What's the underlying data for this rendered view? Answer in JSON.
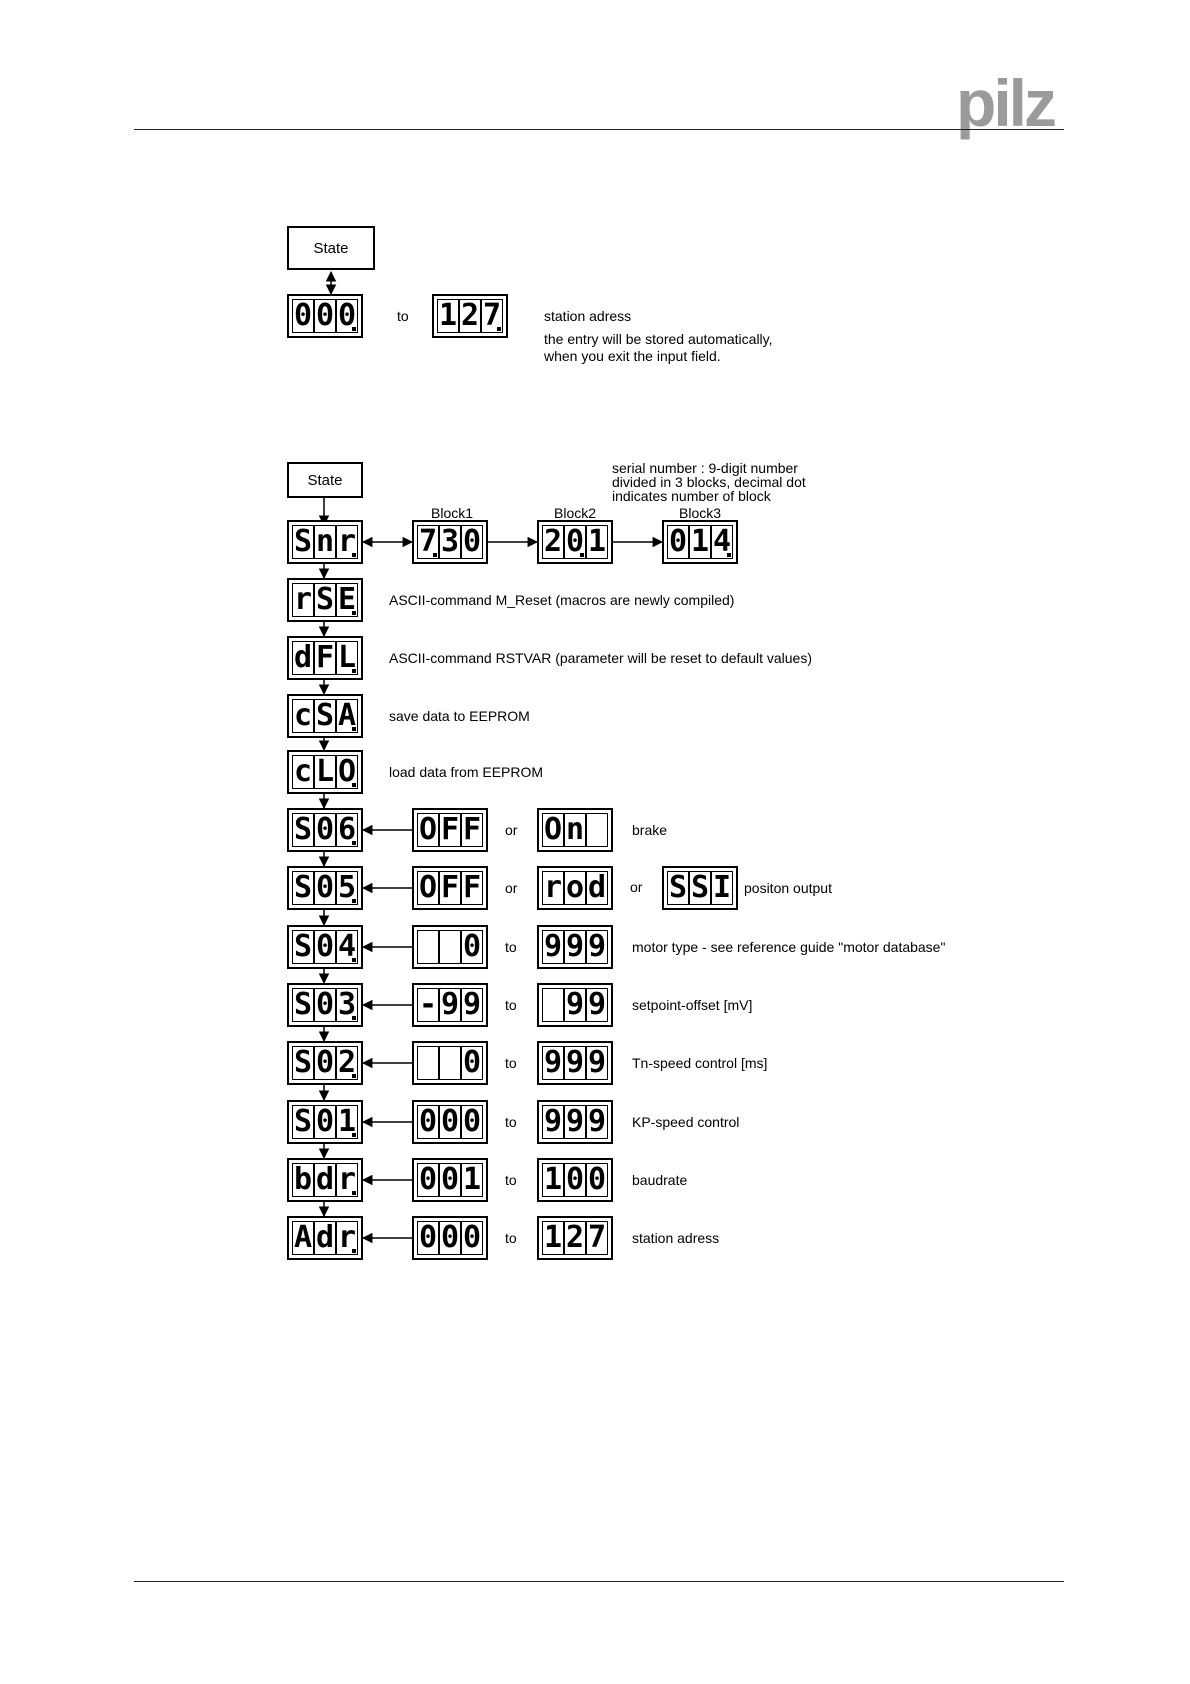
{
  "header": {
    "logo_text": "pilz"
  },
  "top": {
    "state_label": "State",
    "from": [
      "0",
      "0",
      "0"
    ],
    "to_word": "to",
    "to": [
      "1",
      "2",
      "7"
    ],
    "description": "station adress",
    "note_line1": "the entry will be stored automatically,",
    "note_line2": "when you exit the input field."
  },
  "main": {
    "state_label": "State",
    "serial_note": [
      "serial number : 9-digit number",
      "divided in 3 blocks, decimal dot",
      "indicates number of block"
    ],
    "snr": {
      "menu": [
        "S",
        "n",
        "r"
      ],
      "block1": {
        "label": "Block1",
        "digits": [
          "7",
          "3",
          "0"
        ]
      },
      "block2": {
        "label": "Block2",
        "digits": [
          "2",
          "0",
          "1"
        ]
      },
      "block3": {
        "label": "Block3",
        "digits": [
          "0",
          "1",
          "4"
        ]
      }
    },
    "rows": [
      {
        "menu": [
          "r",
          "S",
          "E"
        ],
        "desc": "ASCII-command M_Reset (macros are newly compiled)"
      },
      {
        "menu": [
          "d",
          "F",
          "L"
        ],
        "desc": "ASCII-command RSTVAR (parameter will be reset to default values)"
      },
      {
        "menu": [
          "c",
          "S",
          "A"
        ],
        "desc": "save data to EEPROM"
      },
      {
        "menu": [
          "c",
          "L",
          "O"
        ],
        "desc": "load data from EEPROM"
      },
      {
        "menu": [
          "S",
          "0",
          "6"
        ],
        "from": [
          "O",
          "F",
          "F"
        ],
        "conn": "or",
        "to": [
          "O",
          "n",
          ""
        ],
        "desc": "brake"
      },
      {
        "menu": [
          "S",
          "0",
          "5"
        ],
        "from": [
          "O",
          "F",
          "F"
        ],
        "conn": "or",
        "to": [
          "r",
          "o",
          "d"
        ],
        "conn2": "or",
        "to2": [
          "S",
          "S",
          "I"
        ],
        "desc": "positon output"
      },
      {
        "menu": [
          "S",
          "0",
          "4"
        ],
        "from": [
          "",
          "",
          "0"
        ],
        "conn": "to",
        "to": [
          "9",
          "9",
          "9"
        ],
        "desc": "motor type - see reference guide \"motor database\""
      },
      {
        "menu": [
          "S",
          "0",
          "3"
        ],
        "from": [
          "-",
          "9",
          "9"
        ],
        "conn": "to",
        "to": [
          "",
          "9",
          "9"
        ],
        "desc": "setpoint-offset [mV]"
      },
      {
        "menu": [
          "S",
          "0",
          "2"
        ],
        "from": [
          "",
          "",
          "0"
        ],
        "conn": "to",
        "to": [
          "9",
          "9",
          "9"
        ],
        "desc": "Tn-speed control [ms]"
      },
      {
        "menu": [
          "S",
          "0",
          "1"
        ],
        "from": [
          "0",
          "0",
          "0"
        ],
        "conn": "to",
        "to": [
          "9",
          "9",
          "9"
        ],
        "desc": "KP-speed control"
      },
      {
        "menu": [
          "b",
          "d",
          "r"
        ],
        "from": [
          "0",
          "0",
          "1"
        ],
        "conn": "to",
        "to": [
          "1",
          "0",
          "0"
        ],
        "desc": "baudrate"
      },
      {
        "menu": [
          "A",
          "d",
          "r"
        ],
        "from": [
          "0",
          "0",
          "0"
        ],
        "conn": "to",
        "to": [
          "1",
          "2",
          "7"
        ],
        "desc": "station adress"
      }
    ]
  }
}
